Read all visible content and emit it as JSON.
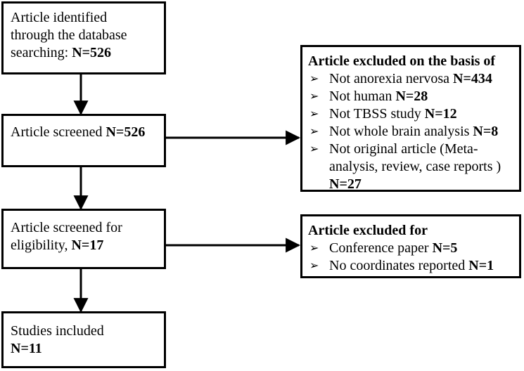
{
  "boxes": {
    "identified": {
      "text": "Article identified through the database searching:",
      "count": "N=526"
    },
    "screened": {
      "text": "Article screened",
      "count": "N=526"
    },
    "eligibility": {
      "text": "Article screened for eligibility,",
      "count": "N=17"
    },
    "included": {
      "text": "Studies included",
      "count": "N=11"
    }
  },
  "exclusion_1": {
    "title": "Article excluded on the basis of",
    "items": [
      {
        "text": "Not anorexia nervosa",
        "count": "N=434"
      },
      {
        "text": "Not human",
        "count": "N=28"
      },
      {
        "text": "Not TBSS study",
        "count": "N=12"
      },
      {
        "text": "Not whole brain analysis",
        "count": "N=8"
      },
      {
        "text": "Not original article (Meta-analysis, review, case reports )",
        "count": "N=27"
      }
    ]
  },
  "exclusion_2": {
    "title": "Article excluded for",
    "items": [
      {
        "text": "Conference paper",
        "count": "N=5"
      },
      {
        "text": "No coordinates reported",
        "count": "N=1"
      }
    ]
  },
  "bullet_icon": "arrowhead-bullet-icon",
  "colors": {
    "line": "#000000",
    "background": "#ffffff"
  }
}
